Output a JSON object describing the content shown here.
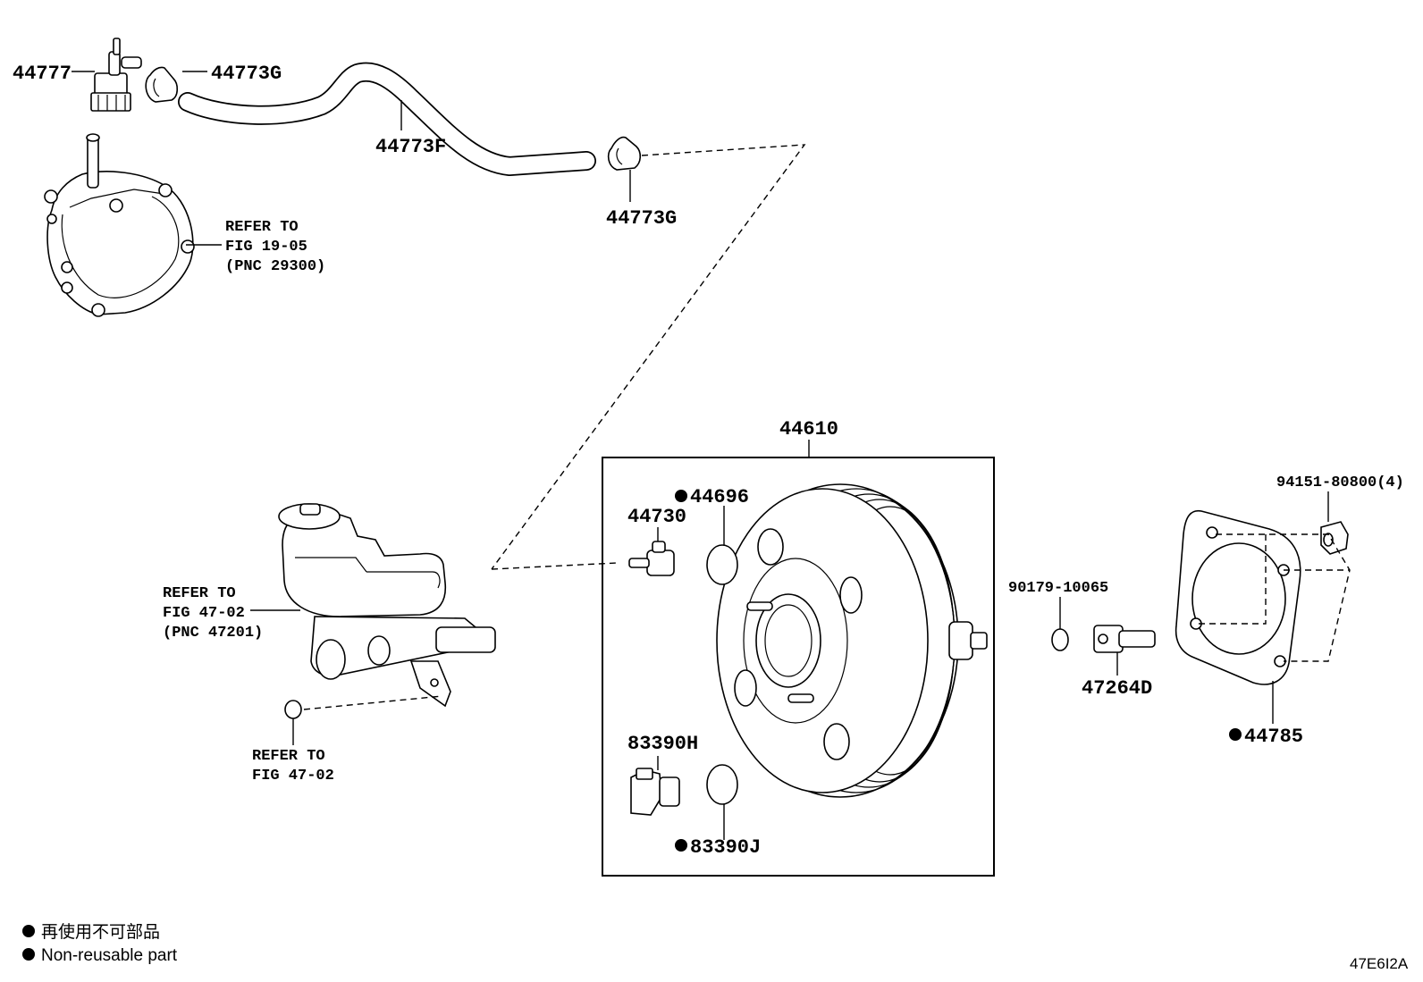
{
  "labels": {
    "p44777": "44777",
    "p44773g_top": "44773G",
    "p44773f": "44773F",
    "p44773g_right": "44773G",
    "p44610": "44610",
    "p44696": "44696",
    "p44730": "44730",
    "p83390h": "83390H",
    "p83390j": "83390J",
    "p90179": "90179-10065",
    "p47264d": "47264D",
    "p94151": "94151-80800(4)",
    "p44785": "44785"
  },
  "refs": {
    "vacuum_pump": [
      "REFER TO",
      "FIG 19-05",
      "(PNC 29300)"
    ],
    "master_cylinder": [
      "REFER TO",
      "FIG 47-02",
      "(PNC 47201)"
    ],
    "grommet": [
      "REFER TO",
      "FIG 47-02"
    ]
  },
  "legend": {
    "japanese": "再使用不可部品",
    "english": "Non-reusable part"
  },
  "figure_code": "47E6I2A"
}
